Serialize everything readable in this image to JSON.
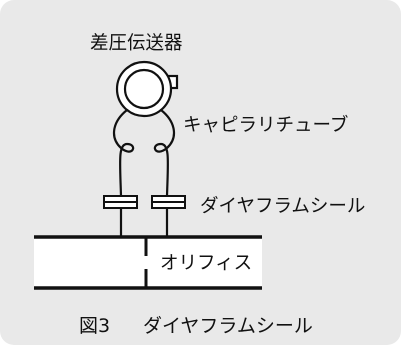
{
  "labels": {
    "transmitter": "差圧伝送器",
    "capillary": "キャピラリチューブ",
    "seal": "ダイヤフラムシール",
    "orifice": "オリフィス"
  },
  "caption": {
    "number": "図3",
    "title": "ダイヤフラムシール"
  }
}
